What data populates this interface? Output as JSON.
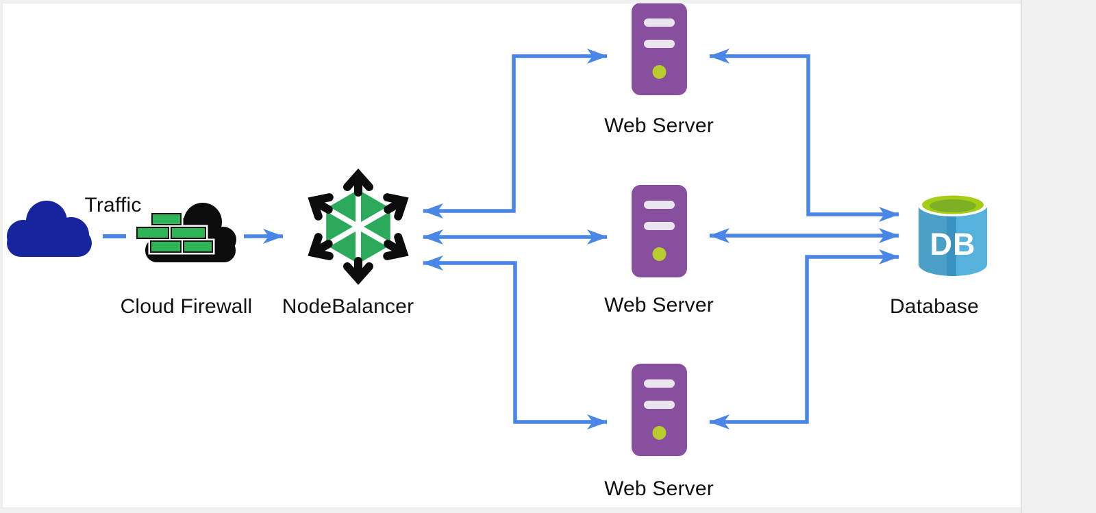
{
  "diagram": {
    "type": "architecture-diagram",
    "description": "Load balanced web application architecture"
  },
  "nodes": {
    "traffic": {
      "label": "Traffic",
      "icon": "traffic-cloud-icon"
    },
    "firewall": {
      "label": "Cloud Firewall",
      "icon": "cloud-firewall-icon"
    },
    "nodebalancer": {
      "label": "NodeBalancer",
      "icon": "nodebalancer-icon"
    },
    "web_server_top": {
      "label": "Web Server",
      "icon": "server-icon"
    },
    "web_server_middle": {
      "label": "Web Server",
      "icon": "server-icon"
    },
    "web_server_bottom": {
      "label": "Web Server",
      "icon": "server-icon"
    },
    "database": {
      "label": "Database",
      "icon": "database-icon",
      "icon_text": "DB"
    }
  },
  "edges": [
    {
      "from": "Traffic",
      "to": "Cloud Firewall",
      "style": "dash",
      "heads": 0
    },
    {
      "from": "Cloud Firewall",
      "to": "NodeBalancer",
      "style": "arrow-right",
      "heads": 1
    },
    {
      "from": "NodeBalancer",
      "to": "Web Server (top)",
      "style": "bent",
      "heads": 2
    },
    {
      "from": "NodeBalancer",
      "to": "Web Server (middle)",
      "style": "straight",
      "heads": 2
    },
    {
      "from": "NodeBalancer",
      "to": "Web Server (bottom)",
      "style": "bent",
      "heads": 2
    },
    {
      "from": "Web Server (top)",
      "to": "Database",
      "style": "bent",
      "heads": 2
    },
    {
      "from": "Web Server (middle)",
      "to": "Database",
      "style": "straight",
      "heads": 2
    },
    {
      "from": "Web Server (bottom)",
      "to": "Database",
      "style": "bent",
      "heads": 2
    }
  ],
  "colors": {
    "connector_blue": "#4a86e8",
    "traffic_cloud_navy": "#16249e",
    "firewall_cloud_black": "#0c0c0c",
    "firewall_brick_green": "#2db457",
    "nodebalancer_green": "#2caa5b",
    "nodebalancer_black": "#0c0c0c",
    "server_purple": "#874f9d",
    "server_slot_gray": "#e8e5ee",
    "server_led_green": "#b9cc2d",
    "db_body_blue": "#4ba0c8",
    "db_body_blue_dark": "#3a92c0",
    "db_body_blue_light": "#55b2dc",
    "db_top_green": "#a3cd17",
    "db_top_green_dark": "#7db025",
    "label_color": "#111111",
    "canvas_bg": "#ffffff",
    "frame_bg": "#f1f1f2"
  }
}
